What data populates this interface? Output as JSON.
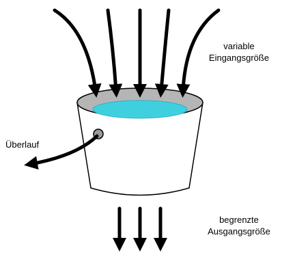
{
  "labels": {
    "input_line1": "variable",
    "input_line2": "Eingangsgröße",
    "overflow": "Überlauf",
    "output_line1": "begrenzte",
    "output_line2": "Ausgangsgröße"
  },
  "colors": {
    "water": "#3fd0e0",
    "water_edge": "#2ab0c8",
    "rim": "#b5b5b5",
    "bucket_body": "#ffffff",
    "stroke": "#000000",
    "overflow_hole": "#9a9a9a"
  }
}
